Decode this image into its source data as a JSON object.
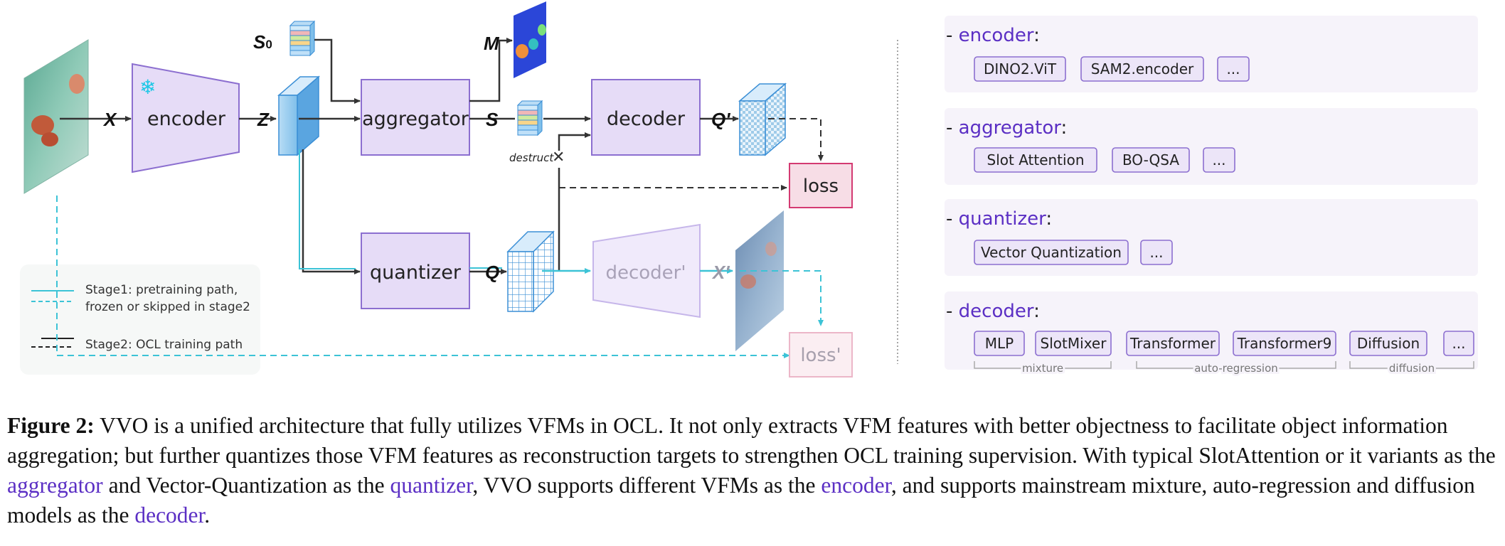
{
  "diagram": {
    "input_x": "X",
    "encoder": "encoder",
    "z_label": "Z",
    "s0_label": "S",
    "s0_sub": "0",
    "m_label": "M",
    "aggregator": "aggregator",
    "s_label": "S",
    "decoder": "decoder",
    "q_prime_label": "Q'",
    "destruct": "destruct",
    "loss": "loss",
    "quantizer": "quantizer",
    "q_label": "Q",
    "decoder_prime": "decoder'",
    "x_prime_label": "X'",
    "loss_prime": "loss'",
    "legend": {
      "stage1_line1": "Stage1: pretraining path,",
      "stage1_line2": "frozen or skipped in stage2",
      "stage2": "Stage2: OCL training path"
    }
  },
  "options": {
    "encoder": {
      "prefix": "- ",
      "title": "encoder",
      "suffix": ":",
      "items": [
        "DINO2.ViT",
        "SAM2.encoder",
        "..."
      ]
    },
    "aggregator": {
      "prefix": "- ",
      "title": "aggregator",
      "suffix": ":",
      "items": [
        "Slot Attention",
        "BO-QSA",
        "..."
      ]
    },
    "quantizer": {
      "prefix": "- ",
      "title": "quantizer",
      "suffix": ":",
      "items": [
        "Vector Quantization",
        "..."
      ]
    },
    "decoder": {
      "prefix": "- ",
      "title": "decoder",
      "suffix": ":",
      "items": [
        "MLP",
        "SlotMixer",
        "Transformer",
        "Transformer9",
        "Diffusion",
        "..."
      ],
      "groups": [
        "mixture",
        "auto-regression",
        "diffusion"
      ]
    }
  },
  "caption": {
    "label": "Figure 2:",
    "t1": " VVO is a unified architecture that fully utilizes VFMs in OCL. It not only extracts VFM features with better objectness to facilitate object information aggregation; but further quantizes those VFM features as reconstruction targets to strengthen OCL training supervision. With typical SlotAttention or it variants as the ",
    "k1": "aggregator",
    "t2": " and Vector-Quantization as the ",
    "k2": "quantizer",
    "t3": ", VVO supports different VFMs as the ",
    "k3": "encoder",
    "t4": ", and supports mainstream mixture, auto-regression and diffusion models as the ",
    "k4": "decoder",
    "t5": "."
  },
  "colors": {
    "module_fill": "#e6dcf7",
    "module_stroke": "#8c6fd0",
    "keyword": "#5b2fc4",
    "cyan_path": "#3cc3d6",
    "loss_fill": "#f7dde6",
    "loss_stroke": "#d43a72",
    "panel_fill": "#f6f3fa"
  }
}
